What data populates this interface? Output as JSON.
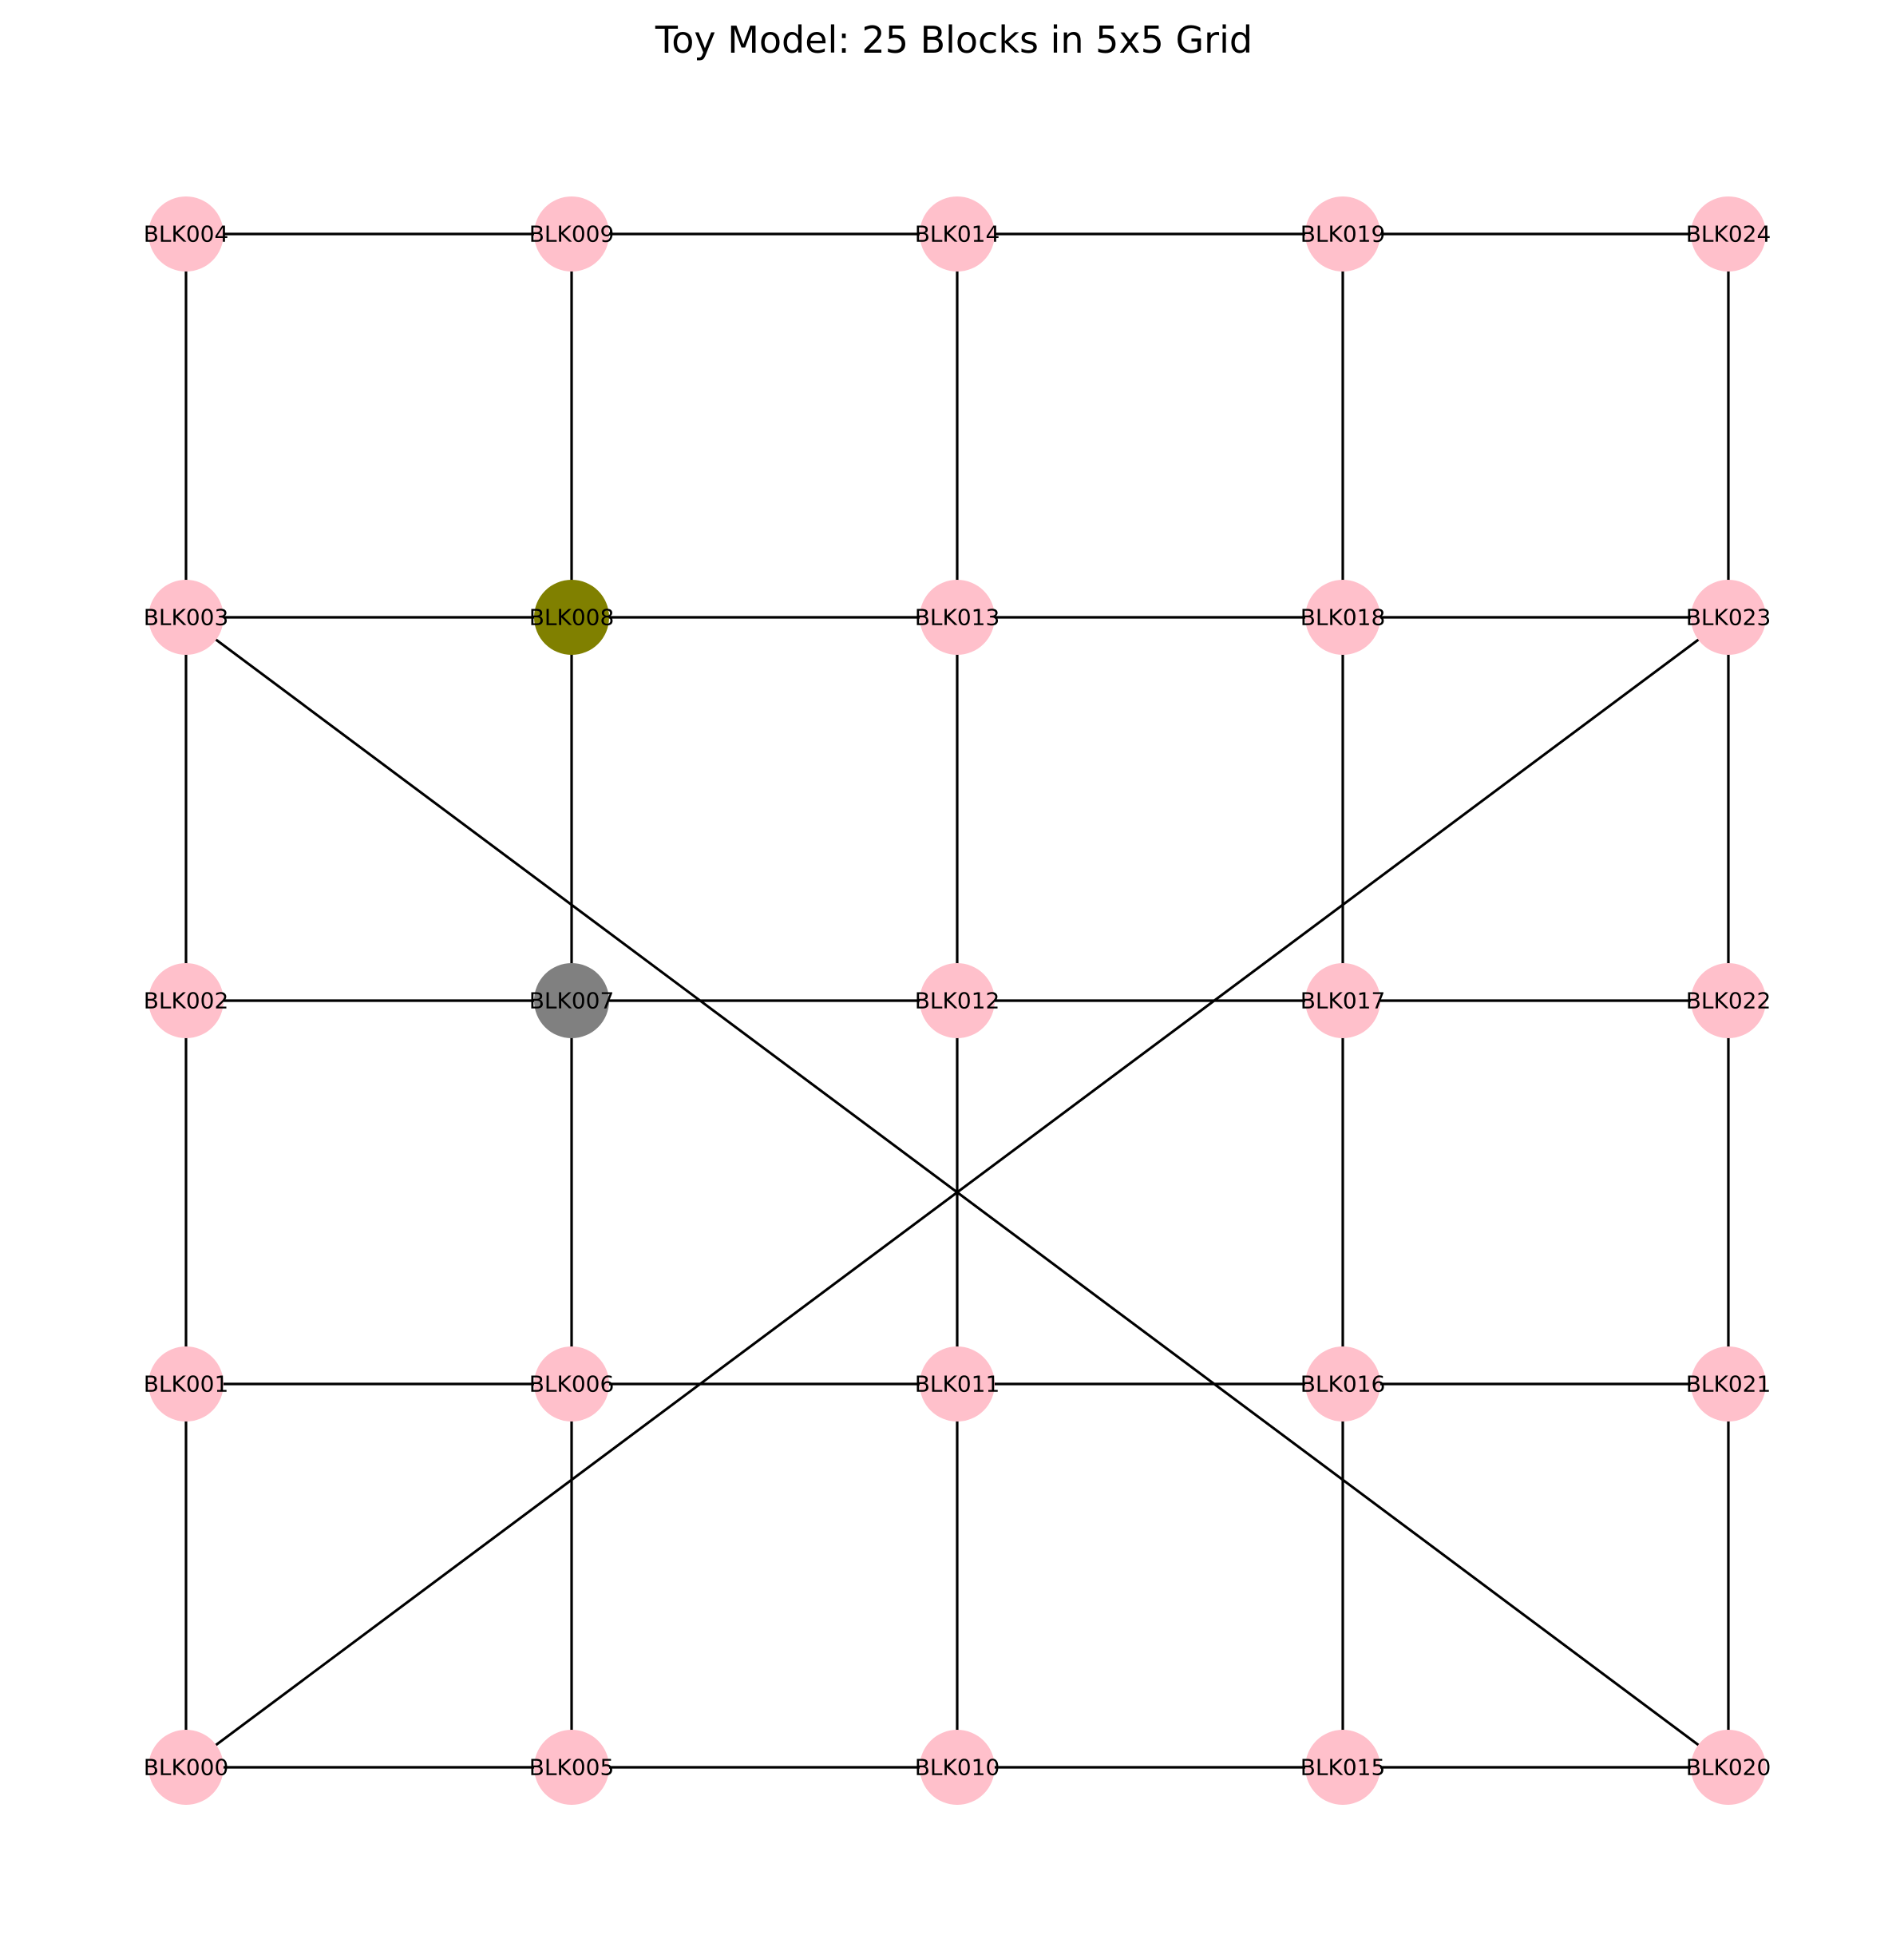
{
  "title": "Toy Model: 25 Blocks in 5x5 Grid",
  "colors": {
    "default_node": "#ffc0cb",
    "edge": "#000000",
    "background": "#ffffff"
  },
  "nodes": [
    {
      "id": "BLK000",
      "col": 0,
      "row": 0,
      "color": "#ffc0cb"
    },
    {
      "id": "BLK001",
      "col": 0,
      "row": 1,
      "color": "#ffc0cb"
    },
    {
      "id": "BLK002",
      "col": 0,
      "row": 2,
      "color": "#ffc0cb"
    },
    {
      "id": "BLK003",
      "col": 0,
      "row": 3,
      "color": "#ffc0cb"
    },
    {
      "id": "BLK004",
      "col": 0,
      "row": 4,
      "color": "#ffc0cb"
    },
    {
      "id": "BLK005",
      "col": 1,
      "row": 0,
      "color": "#ffc0cb"
    },
    {
      "id": "BLK006",
      "col": 1,
      "row": 1,
      "color": "#ffc0cb"
    },
    {
      "id": "BLK007",
      "col": 1,
      "row": 2,
      "color": "#808080"
    },
    {
      "id": "BLK008",
      "col": 1,
      "row": 3,
      "color": "#808000"
    },
    {
      "id": "BLK009",
      "col": 1,
      "row": 4,
      "color": "#ffc0cb"
    },
    {
      "id": "BLK010",
      "col": 2,
      "row": 0,
      "color": "#ffc0cb"
    },
    {
      "id": "BLK011",
      "col": 2,
      "row": 1,
      "color": "#ffc0cb"
    },
    {
      "id": "BLK012",
      "col": 2,
      "row": 2,
      "color": "#ffc0cb"
    },
    {
      "id": "BLK013",
      "col": 2,
      "row": 3,
      "color": "#ffc0cb"
    },
    {
      "id": "BLK014",
      "col": 2,
      "row": 4,
      "color": "#ffc0cb"
    },
    {
      "id": "BLK015",
      "col": 3,
      "row": 0,
      "color": "#ffc0cb"
    },
    {
      "id": "BLK016",
      "col": 3,
      "row": 1,
      "color": "#ffc0cb"
    },
    {
      "id": "BLK017",
      "col": 3,
      "row": 2,
      "color": "#ffc0cb"
    },
    {
      "id": "BLK018",
      "col": 3,
      "row": 3,
      "color": "#ffc0cb"
    },
    {
      "id": "BLK019",
      "col": 3,
      "row": 4,
      "color": "#ffc0cb"
    },
    {
      "id": "BLK020",
      "col": 4,
      "row": 0,
      "color": "#ffc0cb"
    },
    {
      "id": "BLK021",
      "col": 4,
      "row": 1,
      "color": "#ffc0cb"
    },
    {
      "id": "BLK022",
      "col": 4,
      "row": 2,
      "color": "#ffc0cb"
    },
    {
      "id": "BLK023",
      "col": 4,
      "row": 3,
      "color": "#ffc0cb"
    },
    {
      "id": "BLK024",
      "col": 4,
      "row": 4,
      "color": "#ffc0cb"
    }
  ],
  "edges": [
    [
      "BLK004",
      "BLK009"
    ],
    [
      "BLK009",
      "BLK014"
    ],
    [
      "BLK014",
      "BLK019"
    ],
    [
      "BLK019",
      "BLK024"
    ],
    [
      "BLK003",
      "BLK008"
    ],
    [
      "BLK008",
      "BLK013"
    ],
    [
      "BLK013",
      "BLK018"
    ],
    [
      "BLK018",
      "BLK023"
    ],
    [
      "BLK002",
      "BLK007"
    ],
    [
      "BLK007",
      "BLK012"
    ],
    [
      "BLK012",
      "BLK017"
    ],
    [
      "BLK017",
      "BLK022"
    ],
    [
      "BLK001",
      "BLK006"
    ],
    [
      "BLK006",
      "BLK011"
    ],
    [
      "BLK011",
      "BLK016"
    ],
    [
      "BLK016",
      "BLK021"
    ],
    [
      "BLK000",
      "BLK005"
    ],
    [
      "BLK005",
      "BLK010"
    ],
    [
      "BLK010",
      "BLK015"
    ],
    [
      "BLK015",
      "BLK020"
    ],
    [
      "BLK000",
      "BLK001"
    ],
    [
      "BLK001",
      "BLK002"
    ],
    [
      "BLK002",
      "BLK003"
    ],
    [
      "BLK003",
      "BLK004"
    ],
    [
      "BLK005",
      "BLK006"
    ],
    [
      "BLK006",
      "BLK007"
    ],
    [
      "BLK007",
      "BLK008"
    ],
    [
      "BLK008",
      "BLK009"
    ],
    [
      "BLK010",
      "BLK011"
    ],
    [
      "BLK011",
      "BLK012"
    ],
    [
      "BLK012",
      "BLK013"
    ],
    [
      "BLK013",
      "BLK014"
    ],
    [
      "BLK015",
      "BLK016"
    ],
    [
      "BLK016",
      "BLK017"
    ],
    [
      "BLK017",
      "BLK018"
    ],
    [
      "BLK018",
      "BLK019"
    ],
    [
      "BLK020",
      "BLK021"
    ],
    [
      "BLK021",
      "BLK022"
    ],
    [
      "BLK022",
      "BLK023"
    ],
    [
      "BLK023",
      "BLK024"
    ],
    [
      "BLK003",
      "BLK020"
    ],
    [
      "BLK000",
      "BLK023"
    ]
  ]
}
